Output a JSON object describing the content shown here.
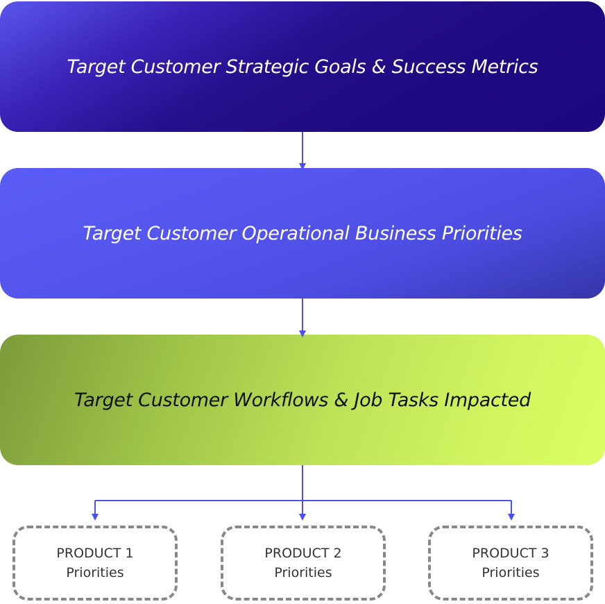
{
  "tiers": [
    {
      "label": "Target Customer Strategic Goals & Success Metrics"
    },
    {
      "label": "Target Customer Operational Business Priorities"
    },
    {
      "label": "Target Customer Workflows & Job Tasks Impacted"
    }
  ],
  "products": [
    {
      "name": "PRODUCT 1",
      "sub": "Priorities"
    },
    {
      "name": "PRODUCT 2",
      "sub": "Priorities"
    },
    {
      "name": "PRODUCT 3",
      "sub": "Priorities"
    }
  ],
  "colors": {
    "connector": "#4b4ff0",
    "tier1": "#1e0a80",
    "tier2": "#5455ed",
    "tier3": "#c8ec5a",
    "product_border": "#888888"
  }
}
